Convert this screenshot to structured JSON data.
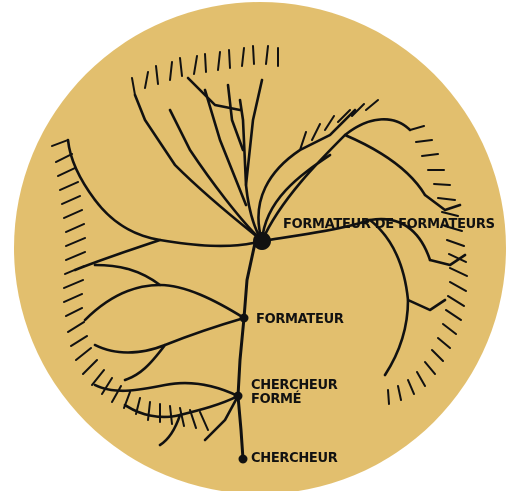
{
  "colors": {
    "disc": "#e2bf6e",
    "ink": "#111111"
  },
  "labels": {
    "trainer_of_trainers": "FORMATEUR DE FORMATEURS",
    "trainer": "FORMATEUR",
    "trained_researcher": "CHERCHEUR FORMÉ",
    "researcher": "CHERCHEUR"
  }
}
